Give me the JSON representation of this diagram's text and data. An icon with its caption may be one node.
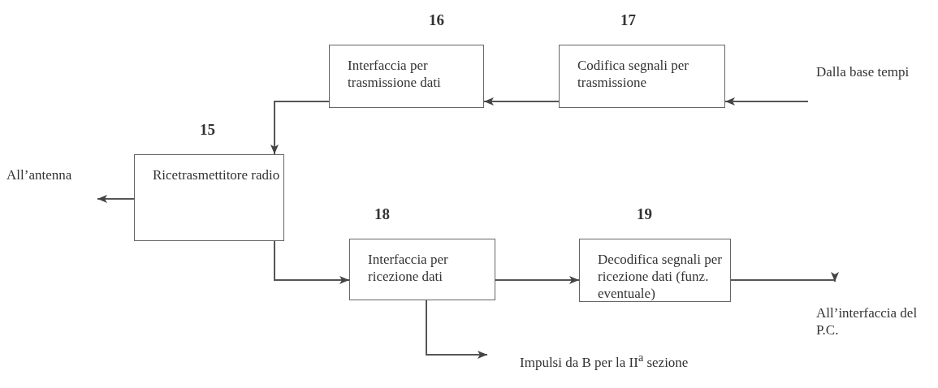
{
  "diagram": {
    "nodes": [
      {
        "text": [
          "Interfaccia per trasmissione dati"
        ],
        "beside": [
          "16"
        ]
      },
      {
        "text": [
          "Codifica segnali per trasmissione"
        ],
        "beside": [
          "17"
        ]
      },
      {
        "text": [
          "Dalla base tempi"
        ]
      },
      {
        "text": [
          "Ricetrasmettitore radio"
        ],
        "beside": [
          "15"
        ]
      },
      {
        "text": [
          "All’antenna"
        ]
      },
      {
        "text": [
          "Interfaccia per ricezione dati"
        ],
        "beside": [
          "18"
        ]
      },
      {
        "text": [
          "Decodifica segnali per ricezione dati (funz. eventuale)"
        ],
        "beside": [
          "19"
        ]
      },
      {
        "text": [
          "All’interfaccia del P.C."
        ]
      },
      {
        "text": [
          "Impulsi da B per la II$^{a}$ sezione"
        ]
      }
    ],
    "edges": [
      {
        "from": 2,
        "to": 1,
        "arrow": "to"
      },
      {
        "from": 1,
        "to": 0,
        "arrow": "to"
      },
      {
        "from": 0,
        "to": 3,
        "arrow": "to"
      },
      {
        "from": 3,
        "to": 4,
        "arrow": "to"
      },
      {
        "from": 3,
        "to": 5,
        "arrow": "to"
      },
      {
        "from": 5,
        "to": 6,
        "arrow": "to"
      },
      {
        "from": 6,
        "to": 7,
        "arrow": "to"
      },
      {
        "from": 5,
        "to": 8,
        "arrow": "to"
      }
    ]
  }
}
